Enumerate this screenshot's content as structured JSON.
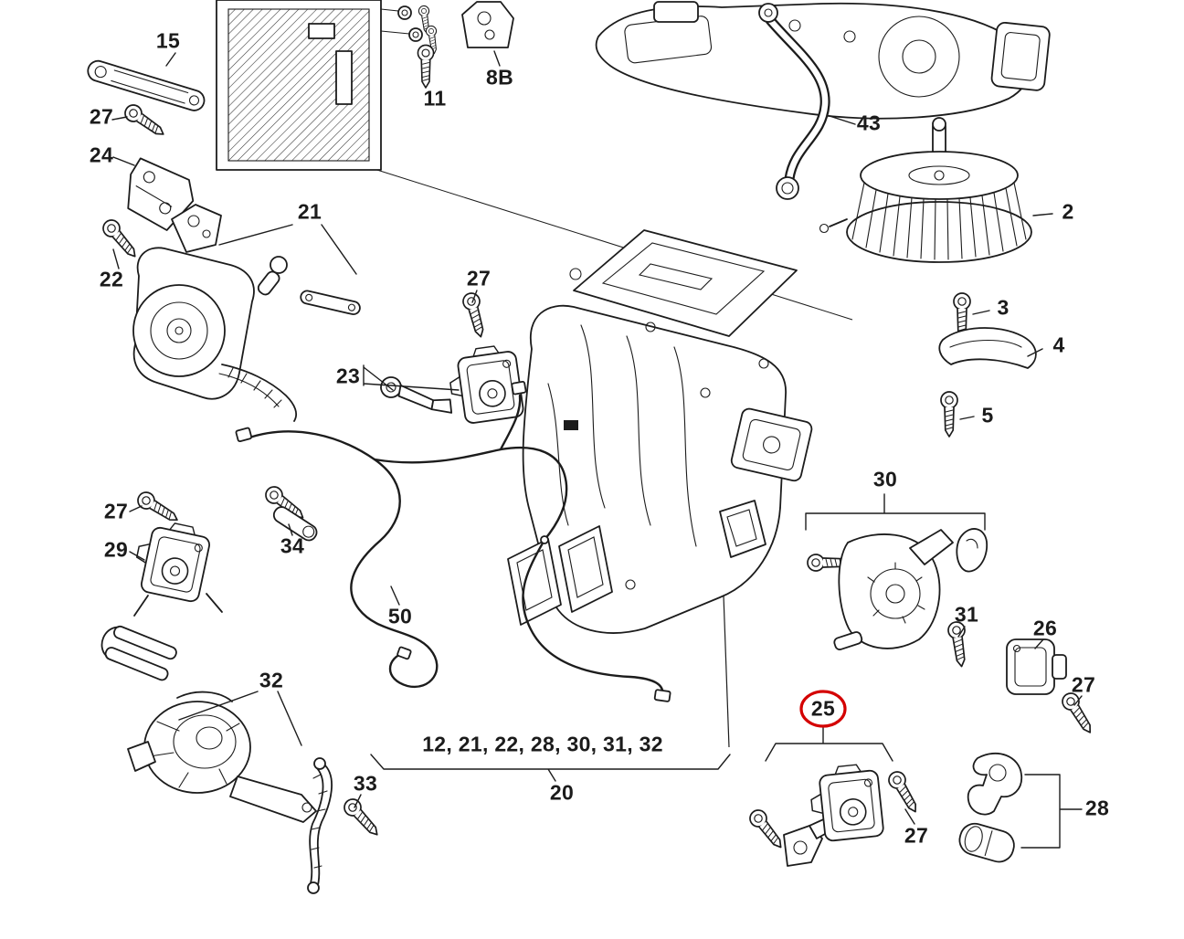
{
  "diagram": {
    "type": "exploded-parts-diagram",
    "background_color": "#ffffff",
    "line_color": "#1c1c1c",
    "highlight_color": "#d40000",
    "callouts": [
      {
        "id": "15",
        "text": "15"
      },
      {
        "id": "27-a",
        "text": "27"
      },
      {
        "id": "24",
        "text": "24"
      },
      {
        "id": "22",
        "text": "22"
      },
      {
        "id": "21",
        "text": "21"
      },
      {
        "id": "11",
        "text": "11"
      },
      {
        "id": "8B",
        "text": "8B"
      },
      {
        "id": "43",
        "text": "43"
      },
      {
        "id": "2",
        "text": "2"
      },
      {
        "id": "3",
        "text": "3"
      },
      {
        "id": "4",
        "text": "4"
      },
      {
        "id": "5",
        "text": "5"
      },
      {
        "id": "27-b",
        "text": "27"
      },
      {
        "id": "23",
        "text": "23"
      },
      {
        "id": "30",
        "text": "30"
      },
      {
        "id": "31",
        "text": "31"
      },
      {
        "id": "26",
        "text": "26"
      },
      {
        "id": "27-c",
        "text": "27"
      },
      {
        "id": "27-d",
        "text": "27"
      },
      {
        "id": "29",
        "text": "29"
      },
      {
        "id": "34",
        "text": "34"
      },
      {
        "id": "50",
        "text": "50"
      },
      {
        "id": "32",
        "text": "32"
      },
      {
        "id": "33",
        "text": "33"
      },
      {
        "id": "25",
        "text": "25",
        "highlighted": true
      },
      {
        "id": "27-e",
        "text": "27"
      },
      {
        "id": "28",
        "text": "28"
      },
      {
        "id": "group-list",
        "text": "12, 21, 22, 28, 30, 31, 32"
      },
      {
        "id": "20",
        "text": "20"
      }
    ],
    "parts": [
      "mounting-bracket-15",
      "screw-27",
      "bracket-24",
      "screw-22",
      "actuator-assembly-21",
      "bolts-11",
      "bracket-8b",
      "blower-housing",
      "intake-hose-43",
      "blower-motor-fan-2",
      "screw-3",
      "cover-4",
      "screw-5",
      "screw-27",
      "actuator-23",
      "main-hvac-housing",
      "actuator-assembly-30",
      "screw-31",
      "control-module-26",
      "screw-27",
      "screw-27",
      "actuator-29",
      "stud-34",
      "wiring-harness-50",
      "actuator-assembly-32",
      "linkage-33",
      "actuator-25",
      "screw-27",
      "grommet-28",
      "sleeve-28"
    ]
  }
}
